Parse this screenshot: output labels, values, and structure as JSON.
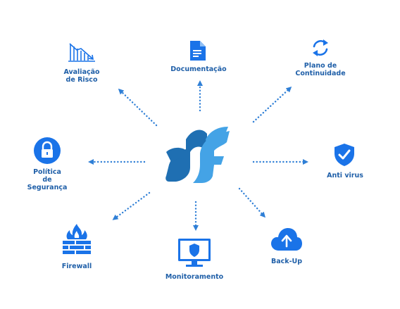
{
  "colors": {
    "icon_blue": "#1a73e8",
    "label_blue": "#1f5fa8",
    "logo_dark": "#1f6fb2",
    "logo_light": "#44a3e6",
    "arrow": "#2f7fd6"
  },
  "center": {
    "icon": "logo-icon"
  },
  "nodes": {
    "risk": {
      "line1": "Avaliação",
      "line2": "de Risco",
      "icon": "declining-chart-icon"
    },
    "docs": {
      "line1": "Documentação",
      "icon": "document-icon"
    },
    "continuity": {
      "line1": "Plano de",
      "line2": "Continuidade",
      "icon": "sync-icon"
    },
    "policy": {
      "line1": "Política",
      "line2": "de",
      "line3": "Segurança",
      "icon": "lock-icon"
    },
    "antivirus": {
      "line1": "Anti virus",
      "icon": "shield-check-icon"
    },
    "firewall": {
      "line1": "Firewall",
      "icon": "firewall-icon"
    },
    "monitoring": {
      "line1": "Monitoramento",
      "icon": "monitor-shield-icon"
    },
    "backup": {
      "line1": "Back-Up",
      "icon": "cloud-upload-icon"
    }
  }
}
